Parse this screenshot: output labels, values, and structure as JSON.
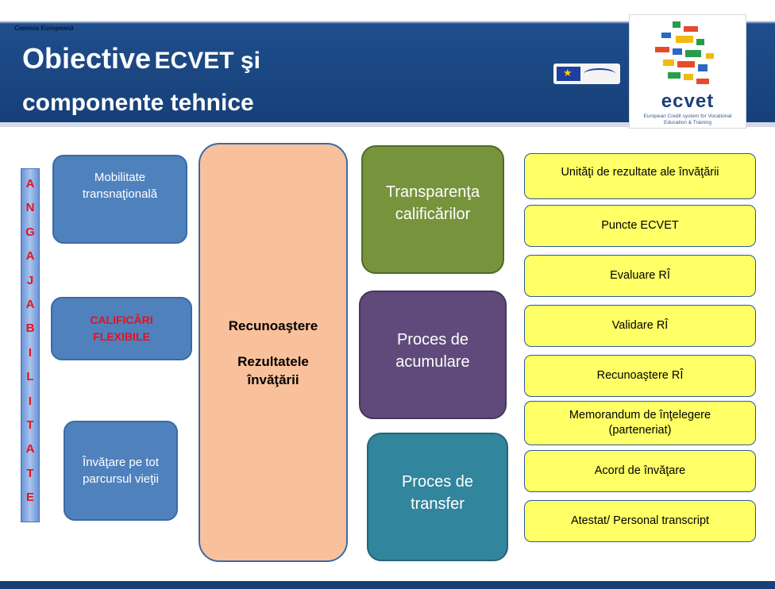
{
  "header": {
    "tiny_label": "Comisia Europeană",
    "title_line1_big": "Obiective",
    "title_line1_small": "ECVET şi",
    "title_line2": "componente tehnice"
  },
  "logo": {
    "word": "ecvet",
    "subtitle": "European Credit system for Vocational Education & Training"
  },
  "vertical_label": [
    "A",
    "N",
    "G",
    "A",
    "J",
    "A",
    "B",
    "I",
    "L",
    "I",
    "T",
    "A",
    "T",
    "E"
  ],
  "left_column": {
    "mobility": "Mobilitate transnaţională",
    "flexible": "CALIFICĂRI FLEXIBILE",
    "lifelong": "Învăţare pe tot parcursul vieţii"
  },
  "center": {
    "line1": "Recunoaştere",
    "line2": "Rezultatele învăţării"
  },
  "processes": {
    "transparency": "Transparenţa calificărilor",
    "accumulation": "Proces de acumulare",
    "transfer": "Proces de transfer"
  },
  "components": [
    "Unităţi de rezultate ale învăţării",
    "Puncte ECVET",
    "Evaluare RÎ",
    "Validare RÎ",
    "Recunoaştere RÎ",
    "Memorandum de înţelegere (parteneriat)",
    "Acord de învăţare",
    "Atestat/ Personal transcript"
  ],
  "colors": {
    "header_blue": "#1f4e8c",
    "box_blue": "#4f81bd",
    "peach": "#f9c19b",
    "green": "#77933c",
    "purple": "#604a7b",
    "teal": "#31859c",
    "yellow": "#ffff66",
    "red_text": "#e8111b"
  }
}
